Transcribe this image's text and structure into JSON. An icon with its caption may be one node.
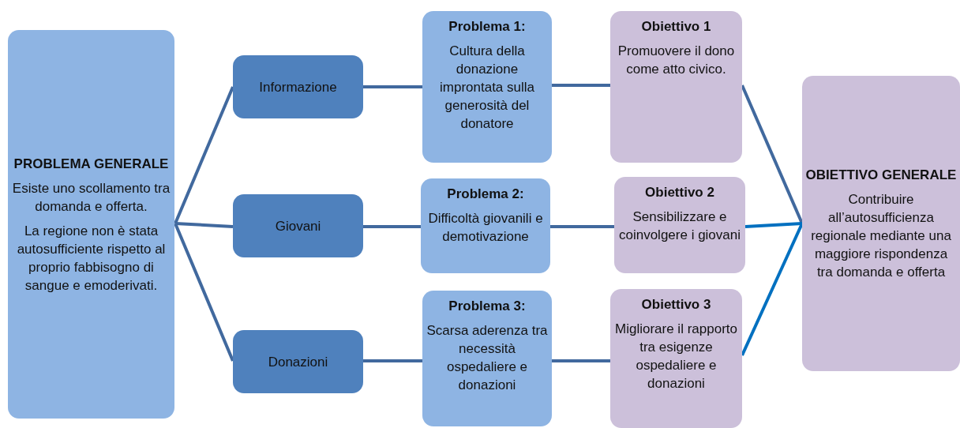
{
  "diagram": {
    "nodes": [
      {
        "text": [
          "PROBLEMA GENERALE",
          "Esiste uno scollamento tra domanda e offerta.",
          "La regione non è stata autosufficiente rispetto al proprio fabbisogno di sangue e emoderivati."
        ]
      },
      {
        "text": [
          "Informazione"
        ]
      },
      {
        "text": [
          "Problema 1:",
          "Cultura della donazione improntata sulla generosità del donatore"
        ]
      },
      {
        "text": [
          "Obiettivo 1",
          "Promuovere il dono come atto civico."
        ]
      },
      {
        "text": [
          "Giovani"
        ]
      },
      {
        "text": [
          "Problema 2:",
          "Difficoltà giovanili e demotivazione"
        ]
      },
      {
        "text": [
          "Obiettivo 2",
          "Sensibilizzare e coinvolgere i giovani"
        ]
      },
      {
        "text": [
          "Donazioni"
        ]
      },
      {
        "text": [
          "Problema 3:",
          "Scarsa aderenza tra necessità ospedaliere e donazioni"
        ]
      },
      {
        "text": [
          "Obiettivo 3",
          "Migliorare il rapporto tra esigenze ospedaliere e donazioni"
        ]
      },
      {
        "text": [
          "OBIETTIVO GENERALE",
          "Contribuire all’autosufficienza regionale mediante una maggiore rispondenza tra domanda e offerta"
        ]
      }
    ],
    "edges": [
      {
        "from": 0,
        "to": 1,
        "arrow": "none"
      },
      {
        "from": 0,
        "to": 4,
        "arrow": "none"
      },
      {
        "from": 0,
        "to": 7,
        "arrow": "none"
      },
      {
        "from": 1,
        "to": 2,
        "arrow": "none"
      },
      {
        "from": 2,
        "to": 3,
        "arrow": "none"
      },
      {
        "from": 4,
        "to": 5,
        "arrow": "none"
      },
      {
        "from": 5,
        "to": 6,
        "arrow": "none"
      },
      {
        "from": 7,
        "to": 8,
        "arrow": "none"
      },
      {
        "from": 8,
        "to": 9,
        "arrow": "none"
      },
      {
        "from": 3,
        "to": 10,
        "arrow": "none"
      },
      {
        "from": 6,
        "to": 10,
        "arrow": "none",
        "color": "#0070c0"
      },
      {
        "from": 9,
        "to": 10,
        "arrow": "none",
        "color": "#0070c0"
      }
    ]
  }
}
